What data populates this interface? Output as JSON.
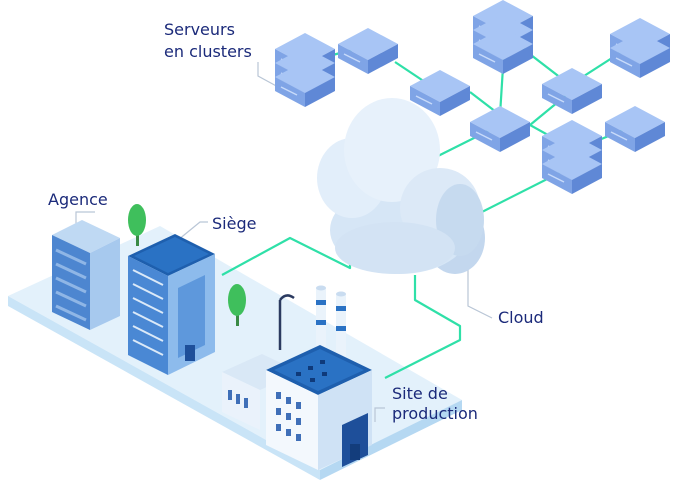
{
  "labels": {
    "servers_line1": "Serveurs",
    "servers_line2": "en clusters",
    "agence": "Agence",
    "siege": "Siège",
    "cloud": "Cloud",
    "site_line1": "Site de",
    "site_line2": "production"
  },
  "colors": {
    "label_text": "#1b2a7a",
    "connection": "#2fe0a8",
    "server_top": "#9cbcf2",
    "server_side": "#6f97df",
    "cloud": "#dbe9f7",
    "ground": "#e2f1fb",
    "building_dark": "#1f64b8",
    "building_light": "#7fb3e6"
  }
}
